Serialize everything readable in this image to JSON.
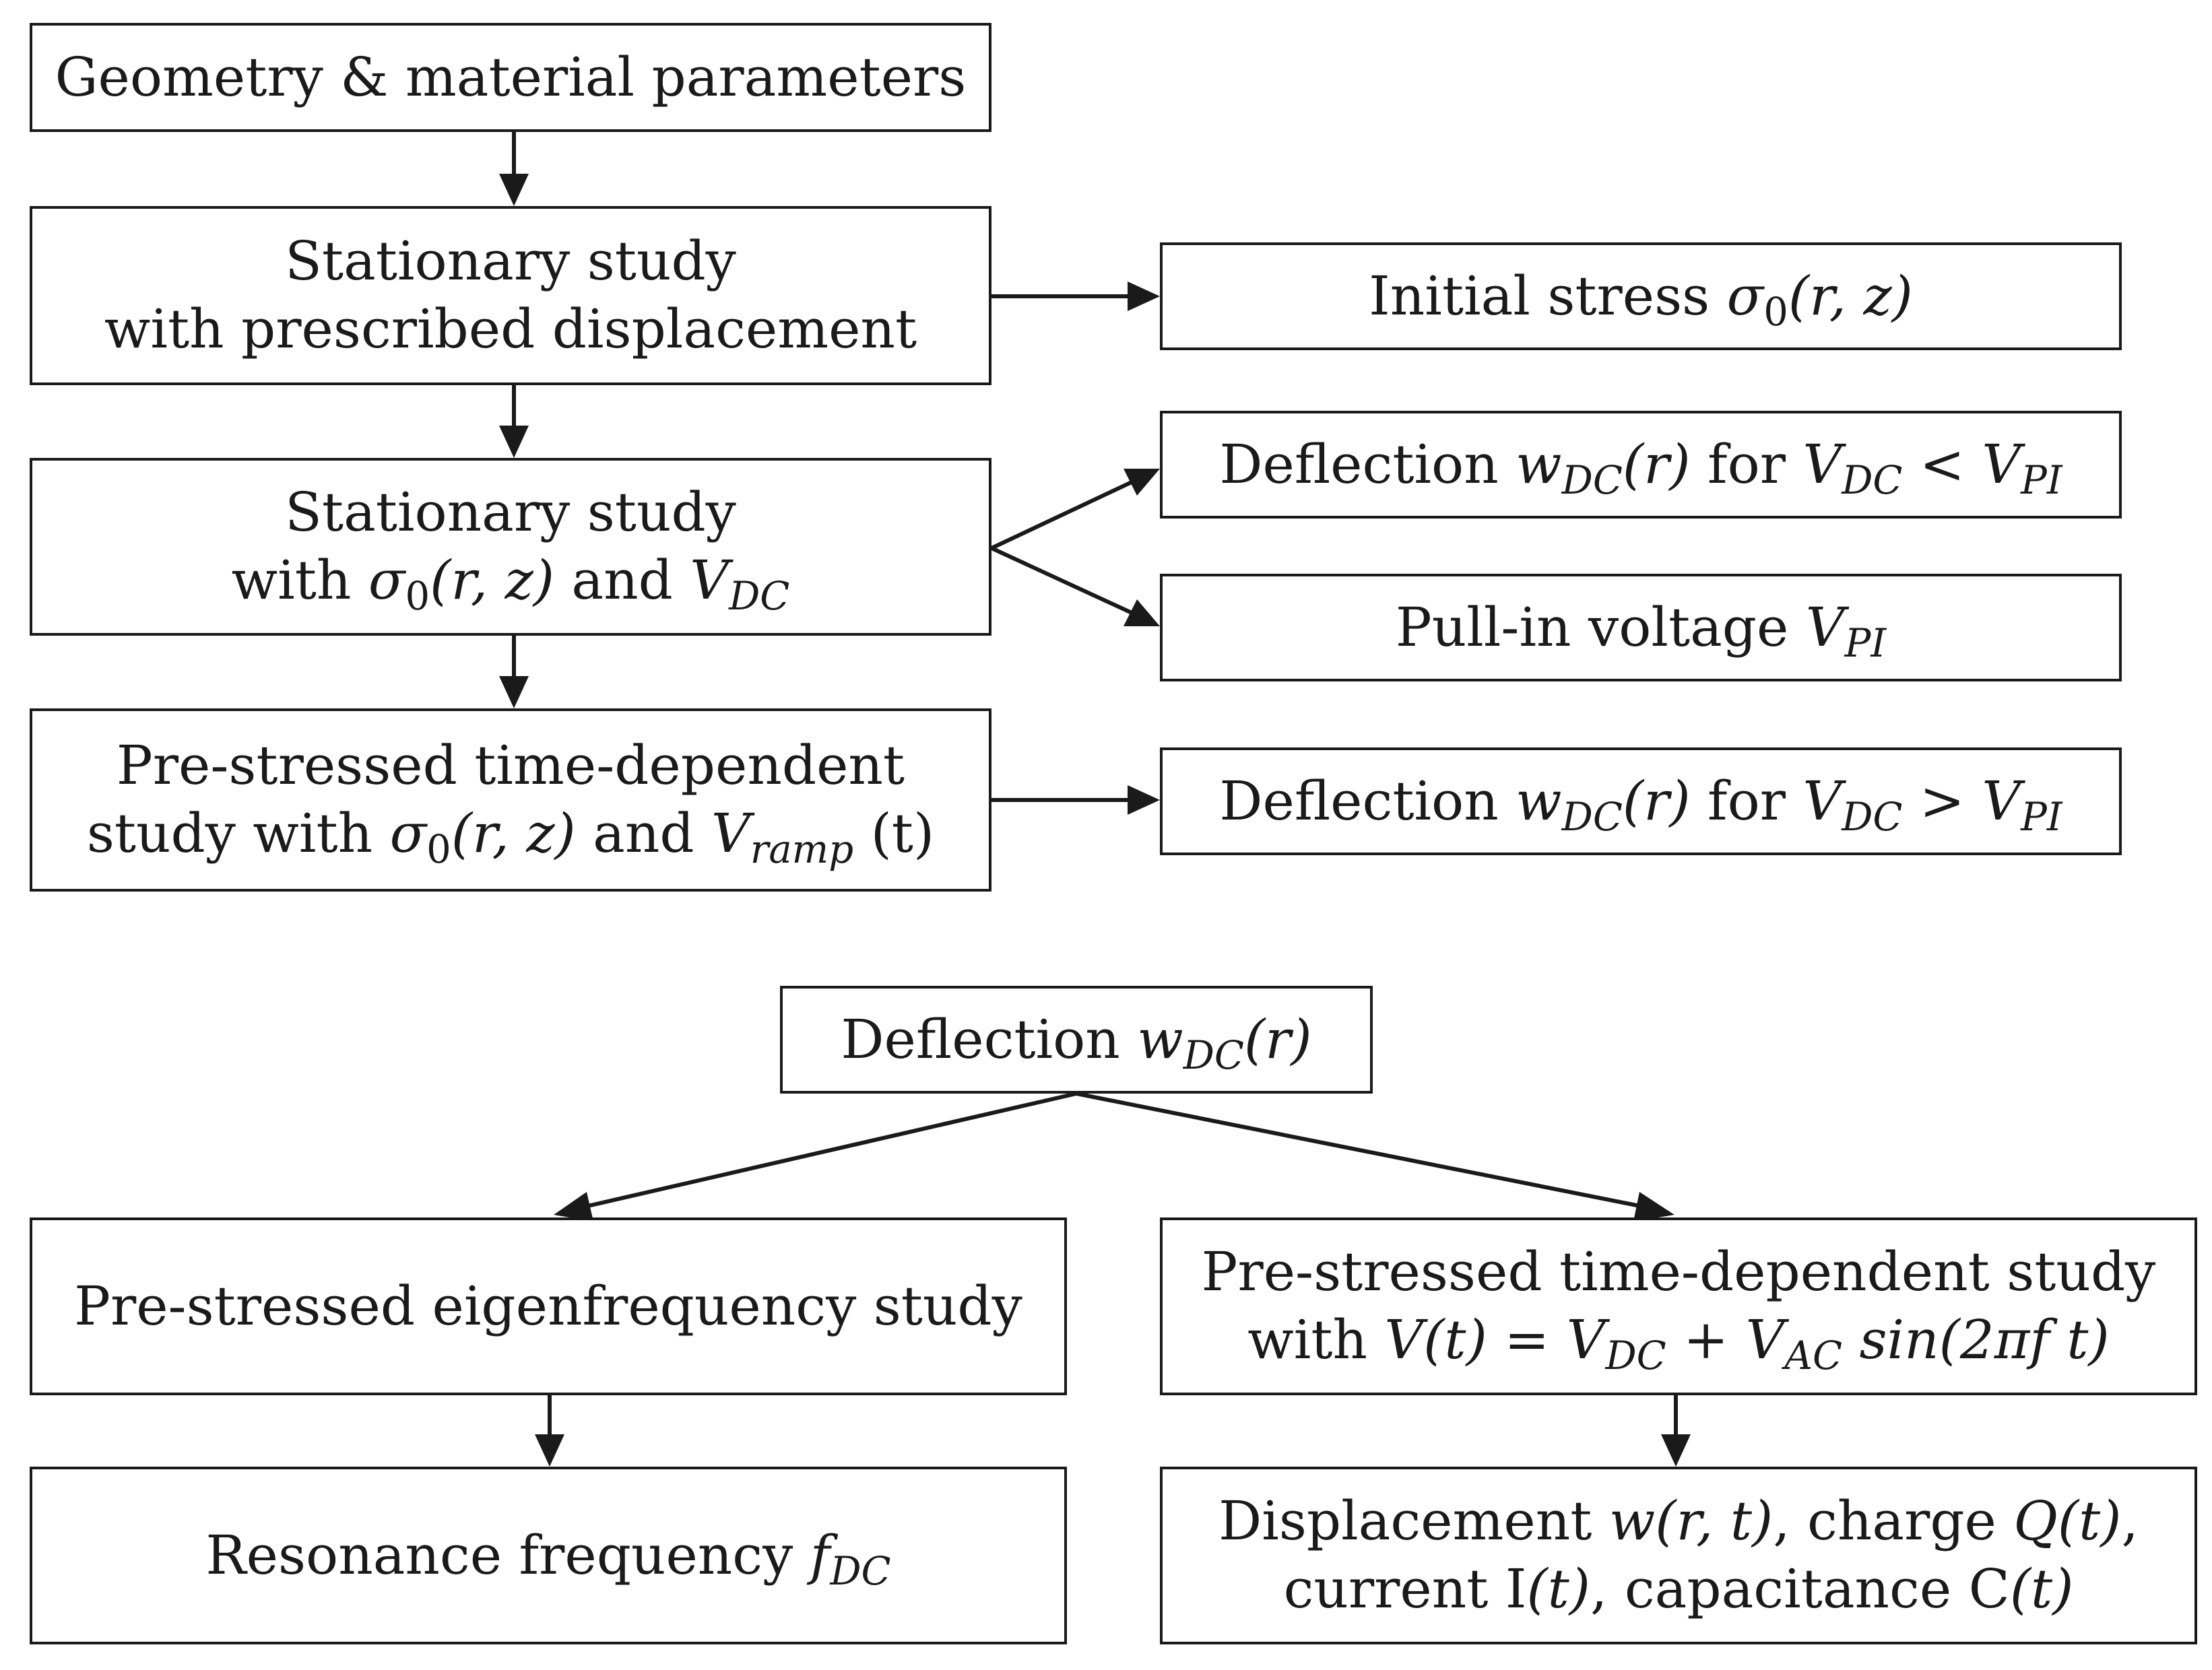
{
  "top": {
    "geometry": {
      "text": "Geometry & material parameters"
    },
    "stationary_prescribed": {
      "line1": "Stationary study",
      "line2": "with prescribed displacement"
    },
    "stationary_sigma": {
      "line1": "Stationary study",
      "line2_pre": "with ",
      "sigma": "σ",
      "sigma_sub": "0",
      "args": "(r, z)",
      "and": " and ",
      "v": "V",
      "v_sub": "DC"
    },
    "prestressed_ramp": {
      "line1": "Pre-stressed time-dependent",
      "line2_pre": "study with ",
      "sigma": "σ",
      "sigma_sub": "0",
      "args": "(r, z)",
      "and": " and ",
      "v": "V",
      "v_sub": "ramp",
      "t": " (t)"
    },
    "initial_stress": {
      "pre": "Initial stress ",
      "sigma": "σ",
      "sigma_sub": "0",
      "args": "(r, z)"
    },
    "deflection_lt": {
      "pre": "Deflection ",
      "w": "w",
      "w_sub": "DC",
      "wargs": "(r)",
      "for": " for ",
      "v1": "V",
      "v1_sub": "DC",
      "op": " < ",
      "v2": "V",
      "v2_sub": "PI"
    },
    "pullin": {
      "pre": "Pull-in voltage ",
      "v": "V",
      "v_sub": "PI"
    },
    "deflection_gt": {
      "pre": "Deflection ",
      "w": "w",
      "w_sub": "DC",
      "wargs": "(r)",
      "for": " for ",
      "v1": "V",
      "v1_sub": "DC",
      "op": " > ",
      "v2": "V",
      "v2_sub": "PI"
    }
  },
  "bottom": {
    "deflection": {
      "pre": "Deflection ",
      "w": "w",
      "w_sub": "DC",
      "wargs": "(r)"
    },
    "eigen": {
      "text": "Pre-stressed eigenfrequency study"
    },
    "timedep": {
      "line1": "Pre-stressed time-dependent study",
      "line2_pre": "with ",
      "v": "V",
      "vt": "(t) = ",
      "vdc": "V",
      "vdc_sub": "DC",
      "plus": " + ",
      "vac": "V",
      "vac_sub": "AC",
      "sin": " sin(2πf t)"
    },
    "resonance": {
      "pre": "Resonance frequency  ",
      "f": "f",
      "f_sub": "DC"
    },
    "displacement": {
      "l1_pre": "Displacement ",
      "w": "w(r, t)",
      "l1_mid": ", charge ",
      "q": "Q(t)",
      "l1_end": ",",
      "l2_pre": "current ",
      "i": "I",
      "it": "(t)",
      "l2_mid": ", capacitance ",
      "c": "C",
      "ct": "(t)"
    }
  }
}
